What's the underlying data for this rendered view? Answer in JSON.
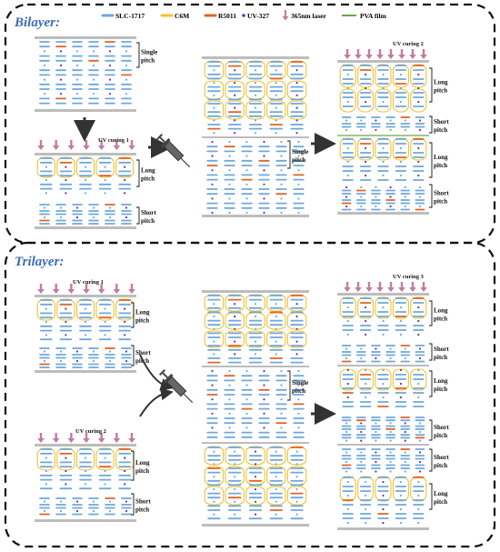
{
  "sections": {
    "bilayer_title": "Bilayer:",
    "trilayer_title": "Trilayer:"
  },
  "legend": [
    {
      "label": "SLC-1717",
      "color": "#6fa8dc",
      "kind": "rod"
    },
    {
      "label": "C6M",
      "color": "#f1c232",
      "kind": "rod"
    },
    {
      "label": "R5011",
      "color": "#e06326",
      "kind": "rod"
    },
    {
      "label": "UV-327",
      "color": "#7030a0",
      "kind": "dot"
    },
    {
      "label": "365nm laser",
      "color": "#c27ba0",
      "kind": "arrow"
    },
    {
      "label": "PVA film",
      "color": "#6aa84f",
      "kind": "line"
    }
  ],
  "labels": {
    "single_pitch": "Single pitch",
    "long_pitch": "Long pitch",
    "short_pitch": "Short pitch",
    "uv_curing_1": "UV curing 1",
    "uv_curing_2": "UV curing 2",
    "uv_curing_3": "UV curing 3",
    "single": "Single",
    "long": "Long",
    "short": "Short",
    "pitch": "pitch"
  },
  "colors": {
    "border": "#111111",
    "plate": "#bdbdbd",
    "helix": "#f1c232",
    "rod_blue": "#6fa8dc",
    "rod_orange": "#e06326",
    "dot": "#7030a0",
    "laser": "#c27ba0",
    "pva": "#6aa84f",
    "title": "#3d6db5"
  }
}
